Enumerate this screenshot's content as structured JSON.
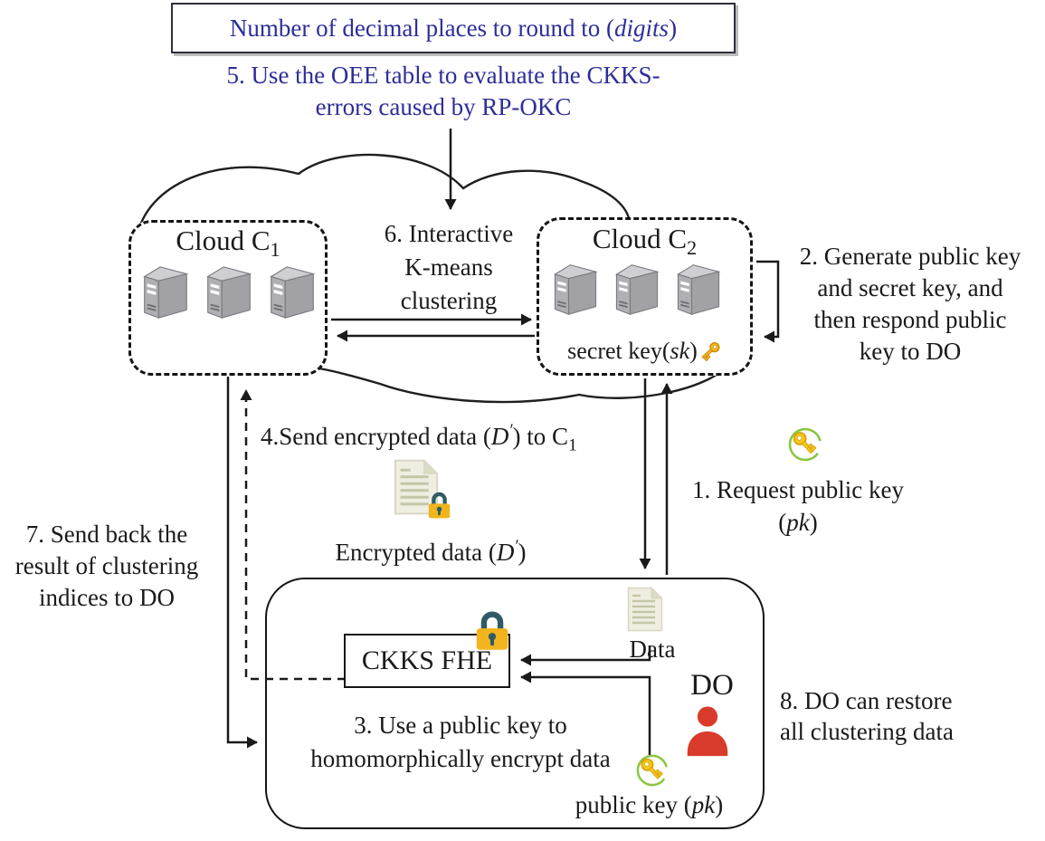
{
  "title_box": {
    "pre": "Number of decimal places to round to (",
    "italic": "digits",
    "post": ")"
  },
  "step5": {
    "line1": "5. Use the OEE table to evaluate the CKKS-",
    "line2": "errors caused by RP-OKC"
  },
  "step6": {
    "line1": "6. Interactive",
    "line2": "K-means",
    "line3": "clustering"
  },
  "cloud1": {
    "label": "Cloud C",
    "sub": "1"
  },
  "cloud2": {
    "label": "Cloud C",
    "sub": "2"
  },
  "secret_key": {
    "pre": "secret key(",
    "italic": "sk",
    "post": ")"
  },
  "step2": {
    "line1": "2. Generate public key",
    "line2": "and secret key, and",
    "line3": "then respond public",
    "line4": "key to DO"
  },
  "step1": {
    "line1": "1. Request public key",
    "pre": "(",
    "italic": "pk",
    "post": ")"
  },
  "step4": {
    "pre": "4.Send encrypted data (",
    "d": "D",
    "prime": "′",
    "mid": ") to C",
    "sub": "1"
  },
  "encrypted_data": {
    "pre": "Encrypted data (",
    "d": "D",
    "prime": "′",
    "post": ")"
  },
  "step7": {
    "line1": "7. Send back the",
    "line2": "result of clustering",
    "line3": "indices to DO"
  },
  "ckks": {
    "label": "CKKS FHE"
  },
  "data_doc": {
    "label": "Data"
  },
  "do_owner": {
    "label": "DO"
  },
  "step3": {
    "line1": "3. Use a public key to",
    "line2": "homomorphically encrypt data"
  },
  "public_key": {
    "pre": "public key (",
    "italic": "pk",
    "post": ")"
  },
  "step8": {
    "line1": "8. DO can restore",
    "line2": "all clustering data"
  },
  "icons": {
    "server": "server-icon",
    "padlock": "padlock-icon",
    "gold_key": "key-icon",
    "key_in_circle": "key-circle-icon",
    "document": "document-icon",
    "encrypted_document": "encrypted-document-icon",
    "person": "person-icon"
  },
  "colors": {
    "heading_blue": "#2d2d9a",
    "text_black": "#1a1a1a",
    "lock_body": "#f2b41c",
    "lock_shackle": "#2e5b66",
    "key_gold": "#f8c81c",
    "ring_green": "#8bc63f",
    "person_red": "#d93b2b",
    "document_cream": "#efeee0",
    "server_gray": "#b0b0b4"
  }
}
